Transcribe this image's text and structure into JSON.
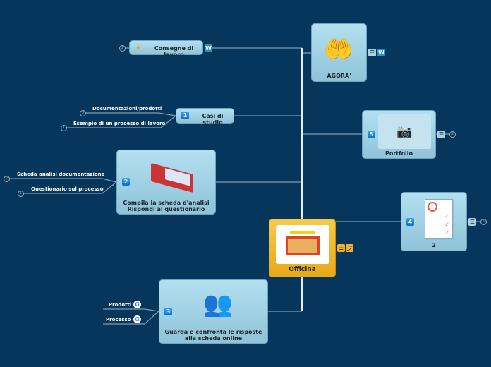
{
  "center": {
    "label": "Officina",
    "image": "toolbox-image",
    "icons": [
      "note-icon",
      "mindmap-link-icon"
    ]
  },
  "nodes": {
    "agora": {
      "label": "AGORA'",
      "image": "hand-with-coins-image",
      "icons": [
        "note-icon",
        "wordpress-icon"
      ]
    },
    "portfolio": {
      "label": "Portfolio",
      "badge": "5",
      "image": "camera-placeholder",
      "count": "2"
    },
    "doc": {
      "label": "2",
      "badge": "4",
      "image": "checked-document-image",
      "count": "6"
    },
    "consegne": {
      "label": "Consegne di lavoro",
      "count": "2"
    },
    "casi": {
      "label": "Casi di studio",
      "badge": "1",
      "children": [
        {
          "label": "Documentazioni/prodotti",
          "count": "3"
        },
        {
          "label": "Esempio di un processo di lavoro",
          "count": "1"
        }
      ]
    },
    "compila": {
      "label1": "Compila la scheda  d'analisi",
      "label2": "Rispondi al questionario",
      "badge": "2",
      "children": [
        {
          "label": "Scheda analisi documentazione",
          "count": "2"
        },
        {
          "label": "Questionario sul processo",
          "count": "1"
        }
      ]
    },
    "guarda": {
      "label1": "Guarda e confronta le risposte",
      "label2": "alla scheda online",
      "badge": "3",
      "children": [
        {
          "label": "Prodotti"
        },
        {
          "label": "Processo"
        }
      ]
    }
  },
  "colors": {
    "background": "#06365c",
    "center": "#f0b429",
    "node": "#a6d6ea"
  }
}
